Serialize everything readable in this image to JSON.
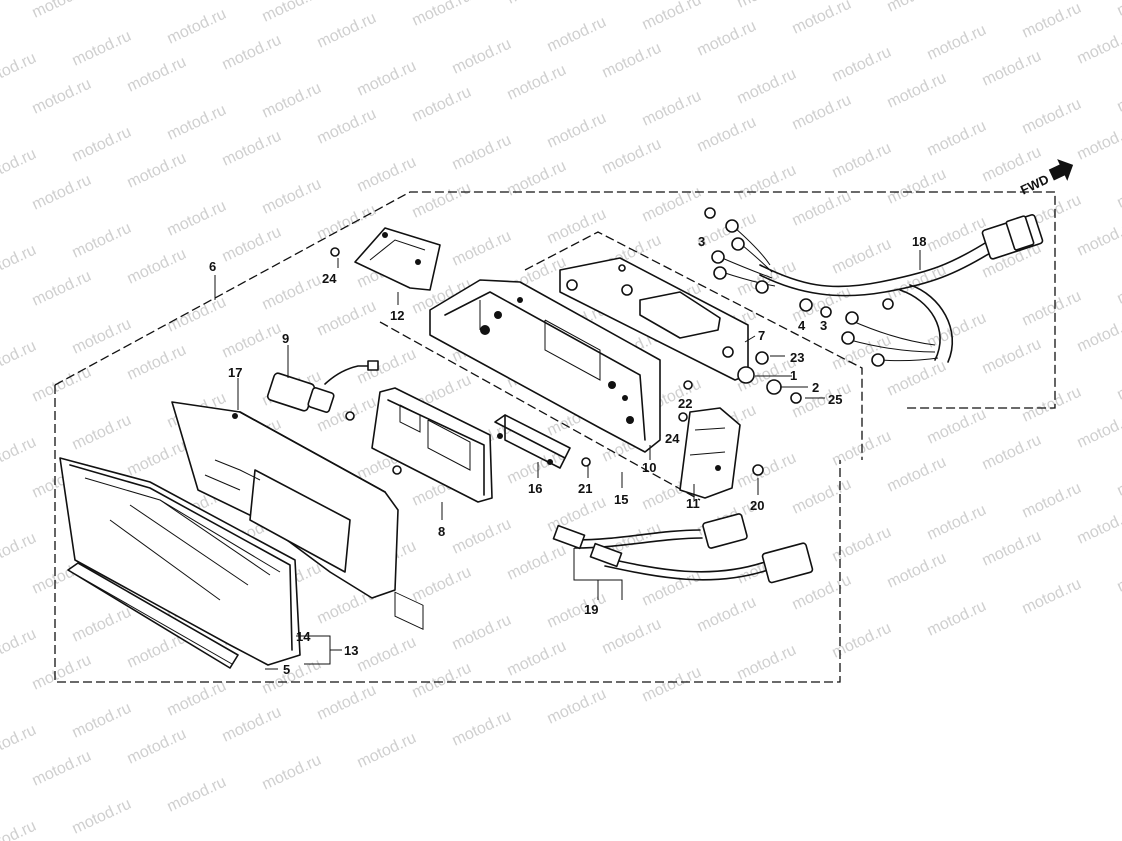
{
  "diagram": {
    "watermark": "motod.ru",
    "direction_label": "FWD",
    "colors": {
      "ink": "#111111",
      "watermark": "#cfcfcf",
      "background": "#ffffff"
    },
    "callouts": [
      "1",
      "2",
      "3",
      "3",
      "4",
      "5",
      "6",
      "7",
      "8",
      "9",
      "10",
      "11",
      "12",
      "13",
      "14",
      "15",
      "16",
      "17",
      "18",
      "19",
      "20",
      "21",
      "22",
      "23",
      "24",
      "24",
      "25"
    ]
  }
}
